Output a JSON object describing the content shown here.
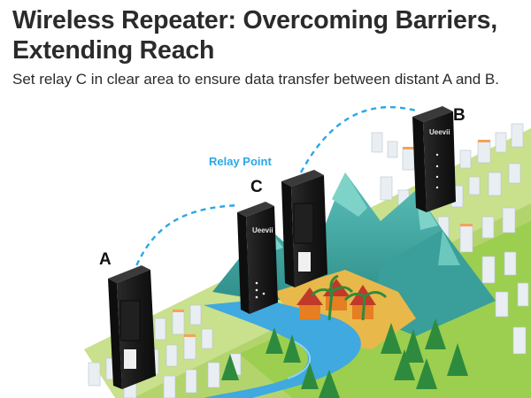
{
  "title": "Wireless Repeater: Overcoming Barriers, Extending Reach",
  "subtitle": "Set relay C in clear area to ensure data transfer between distant A and B.",
  "relay_caption": "Relay Point",
  "nodes": {
    "a": "A",
    "b": "B",
    "c": "C"
  },
  "device_brand": "Ueevii",
  "colors": {
    "link": "#2aa8e6",
    "device": "#1c1c1c",
    "grass": "#9ccf4f",
    "water": "#3fa9e0",
    "mountain": "#3fa6a3",
    "sand": "#e8b84a"
  }
}
